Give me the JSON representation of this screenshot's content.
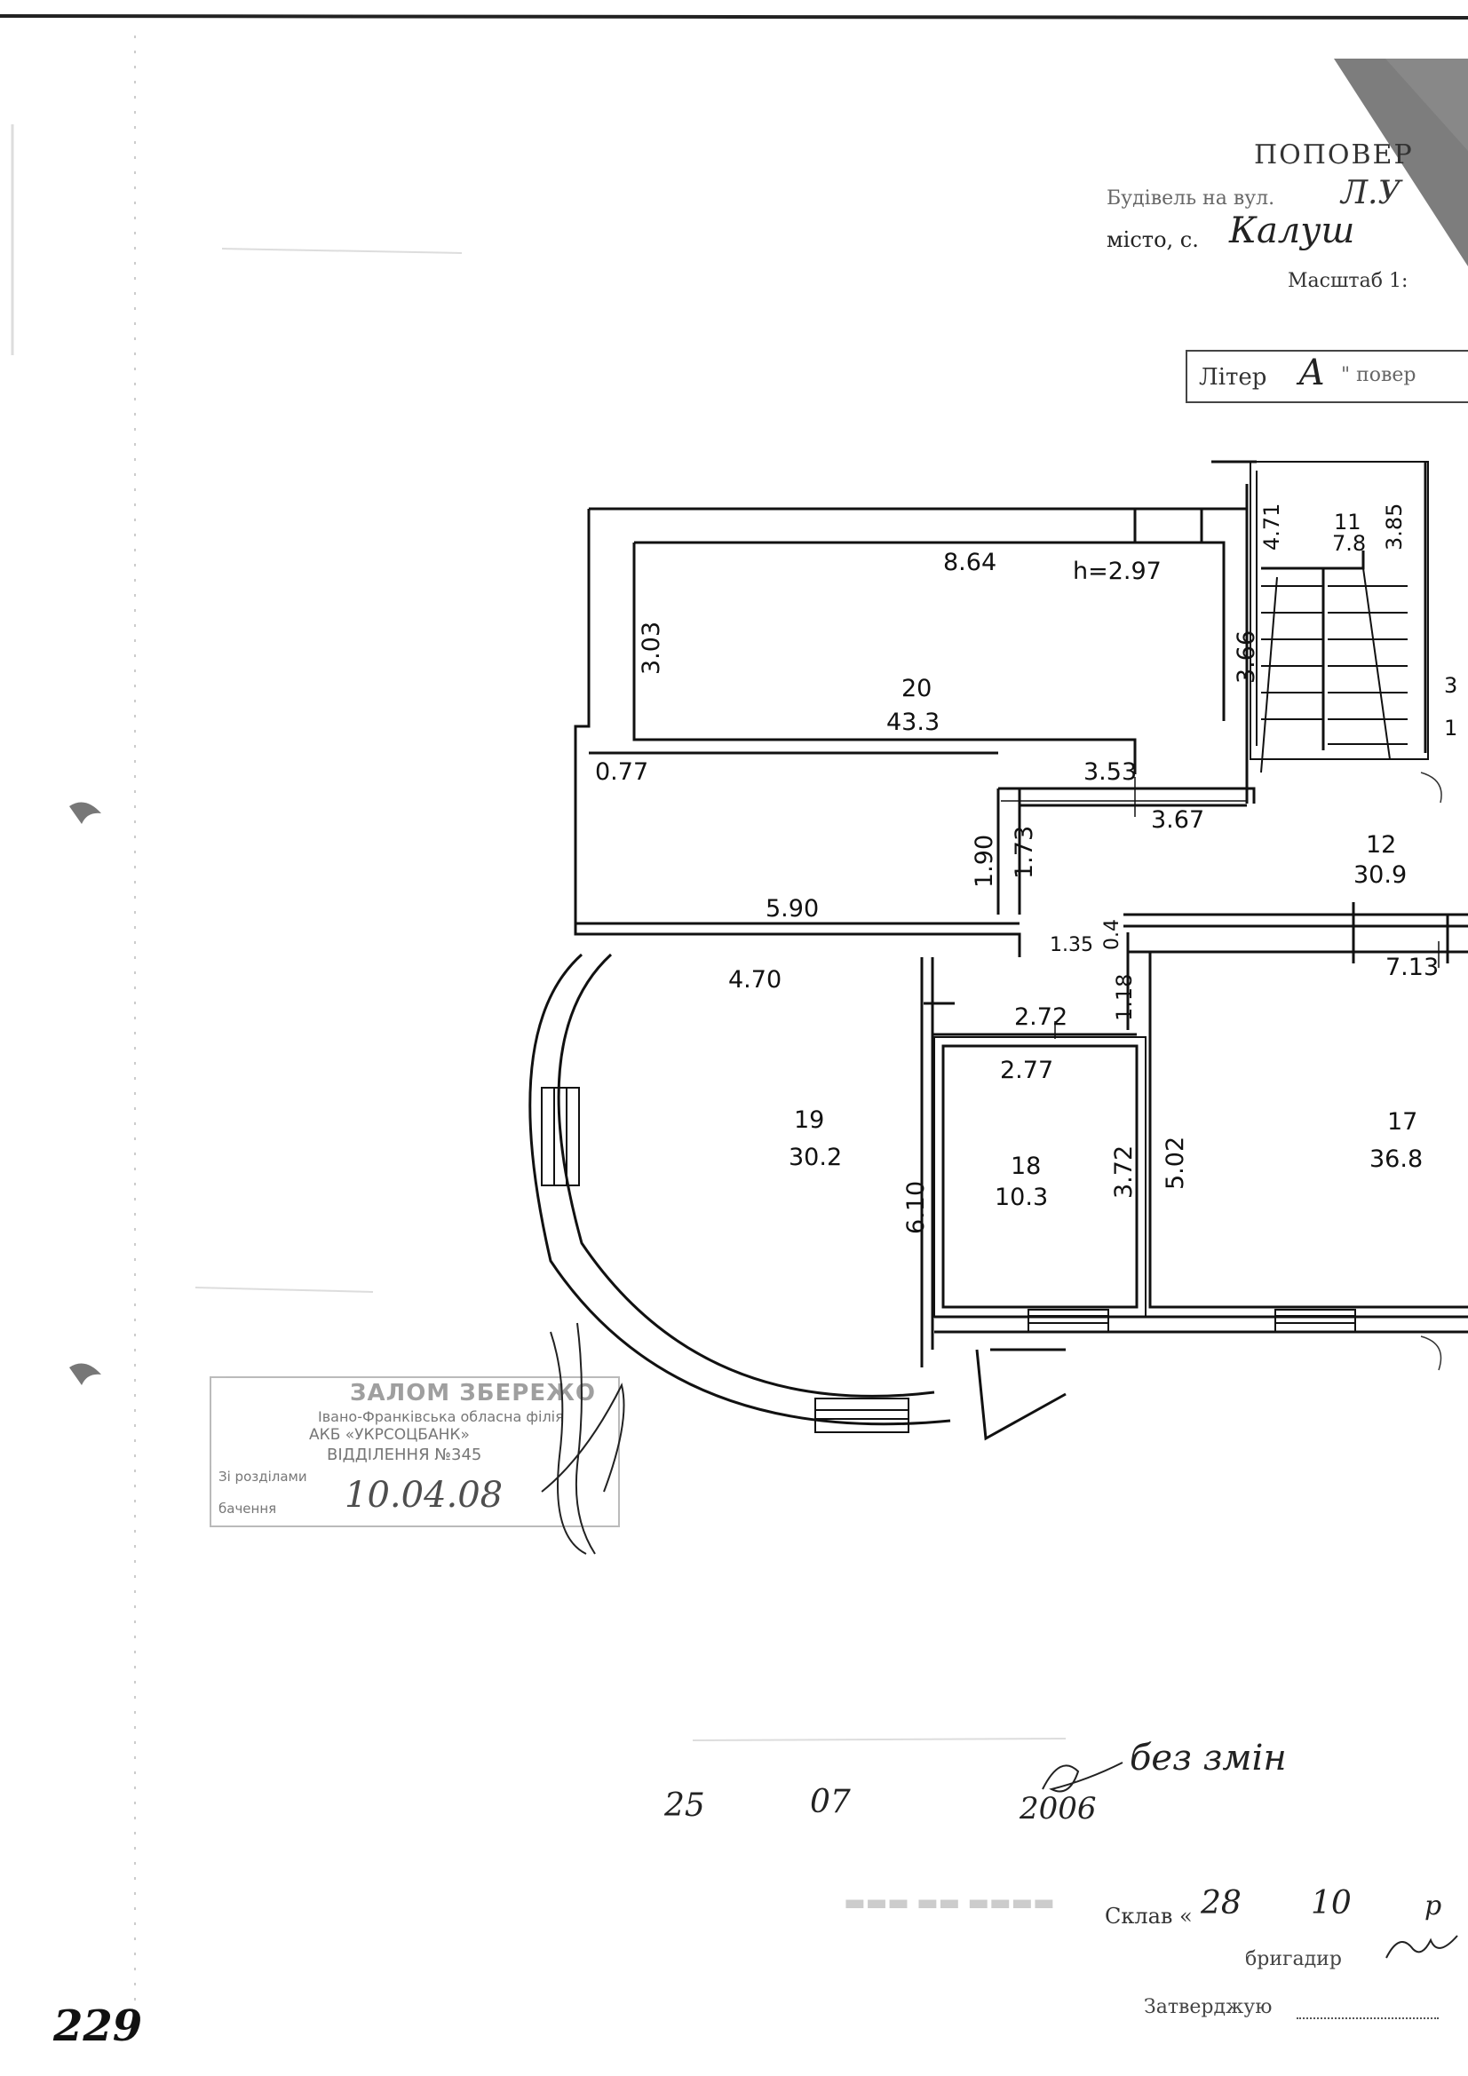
{
  "header": {
    "title": "ПОПОВЕР",
    "street_label": "Будівель на вул.",
    "street_value": "Л.У",
    "city_label": "місто, с.",
    "city_value": "Калуш",
    "scale_label": "Масштаб 1:",
    "scale_value": "1:",
    "liter_label": "Літер",
    "liter_value": "А",
    "liter_suffix": "\" повер"
  },
  "dimensions": {
    "d_8_64": "8.64",
    "h_2_97": "h=2.97",
    "d_3_03": "3.03",
    "d_3_66": "3.66",
    "d_0_77": "0.77",
    "d_3_53": "3.53",
    "d_3_67": "3.67",
    "d_1_90": "1.90",
    "d_1_73": "1.73",
    "d_5_90": "5.90",
    "d_1_35": "1.35",
    "d_0_4": "0.4",
    "d_4_70": "4.70",
    "d_2_72": "2.72",
    "d_1_18": "1.18",
    "d_2_77": "2.77",
    "d_7_13": "7.13",
    "d_6_10": "6.10",
    "d_3_72": "3.72",
    "d_5_02": "5.02",
    "d_4_71": "4.71",
    "d_3_85": "3.85"
  },
  "rooms": [
    {
      "number": "20",
      "area": "43.3"
    },
    {
      "number": "19",
      "area": "30.2"
    },
    {
      "number": "18",
      "area": "10.3"
    },
    {
      "number": "17",
      "area": "36.8"
    },
    {
      "number": "12",
      "area": "30.9"
    },
    {
      "number": "11",
      "area": "7.8"
    },
    {
      "number": "3",
      "area": "1"
    }
  ],
  "stamp": {
    "title": "ЗАЛОМ ЗБЕРЕЖО",
    "line1": "Івано-Франківська обласна філія",
    "line2": "АКБ «УКРСОЦБАНК»",
    "line3": "ВІДДІЛЕННЯ №345",
    "label_inspector": "Зі розділами",
    "label_date": "бачення",
    "date": "10.04.08"
  },
  "notes": {
    "no_changes": "без змін",
    "day": "25",
    "month": "07",
    "year": "2006"
  },
  "footer": {
    "compiled_label": "Склав «",
    "compiled_day": "28",
    "compiled_month": "10",
    "compiled_year_suffix": "р",
    "brigadier_label": "бригадир",
    "approve_label": "Затверджую",
    "page_number": "229"
  }
}
